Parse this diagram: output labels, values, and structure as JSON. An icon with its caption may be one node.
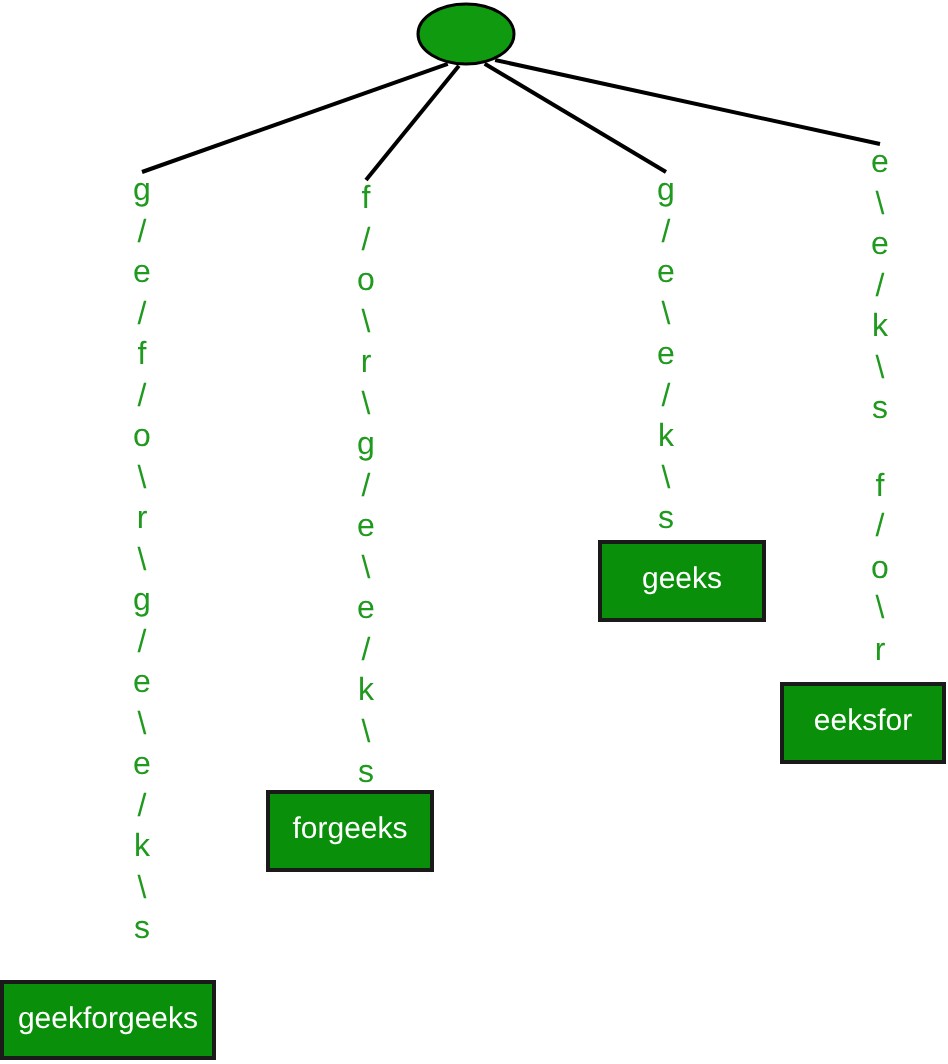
{
  "diagram": {
    "nodes": [
      {
        "text": [],
        "shape": "circle"
      },
      {
        "text": [
          "g / e / f / o \\ r \\ g / e \\ e / k \\ s"
        ]
      },
      {
        "text": [
          "f / o \\ r \\ g / e \\ e / k \\ s"
        ]
      },
      {
        "text": [
          "g / e \\ e / k \\ s"
        ]
      },
      {
        "text": [
          "e \\ e / k \\ s",
          "f / o \\ r"
        ]
      },
      {
        "text": [
          "geekforgeeks"
        ]
      },
      {
        "text": [
          "forgeeks"
        ]
      },
      {
        "text": [
          "geeks"
        ]
      },
      {
        "text": [
          "eeksfor"
        ]
      }
    ],
    "edges": [
      {
        "from": 0,
        "to": 1,
        "arrow": "none"
      },
      {
        "from": 0,
        "to": 2,
        "arrow": "none"
      },
      {
        "from": 0,
        "to": 3,
        "arrow": "none"
      },
      {
        "from": 0,
        "to": 4,
        "arrow": "none"
      }
    ]
  }
}
